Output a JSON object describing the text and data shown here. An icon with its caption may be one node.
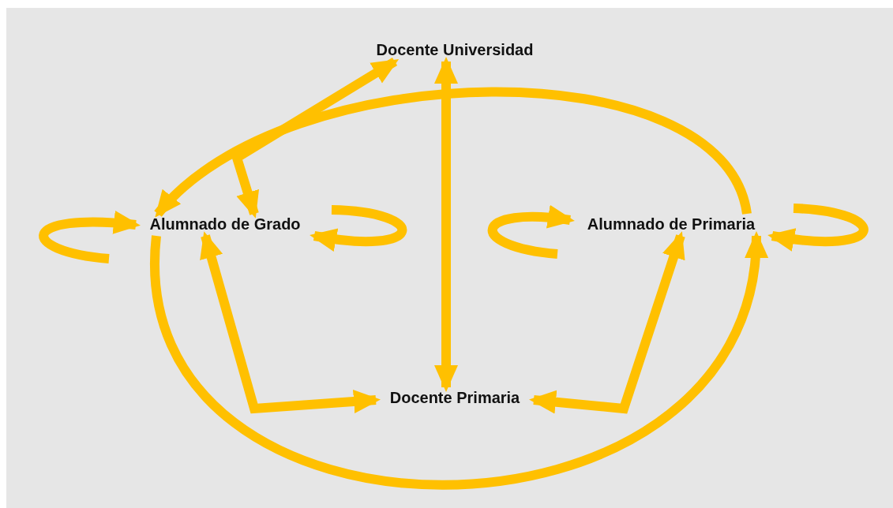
{
  "diagram": {
    "nodes": [
      {
        "text": [
          "Docente Universidad"
        ]
      },
      {
        "text": [
          "Alumnado de Grado"
        ]
      },
      {
        "text": [
          "Alumnado de Primaria"
        ]
      },
      {
        "text": [
          "Docente Primaria"
        ]
      }
    ],
    "edges": [
      {
        "from": 0,
        "to": 1,
        "arrow": "both"
      },
      {
        "from": 2,
        "to": 1,
        "arrow": "to"
      },
      {
        "from": 0,
        "to": 3,
        "arrow": "both"
      },
      {
        "from": 1,
        "to": 3,
        "arrow": "both"
      },
      {
        "from": 2,
        "to": 3,
        "arrow": "both"
      },
      {
        "from": 1,
        "to": 2,
        "arrow": "to"
      },
      {
        "from": null,
        "to": 1,
        "arrow": "to"
      },
      {
        "from": null,
        "to": 1,
        "arrow": "to"
      },
      {
        "from": null,
        "to": 2,
        "arrow": "to"
      },
      {
        "from": null,
        "to": 2,
        "arrow": "to"
      }
    ]
  }
}
